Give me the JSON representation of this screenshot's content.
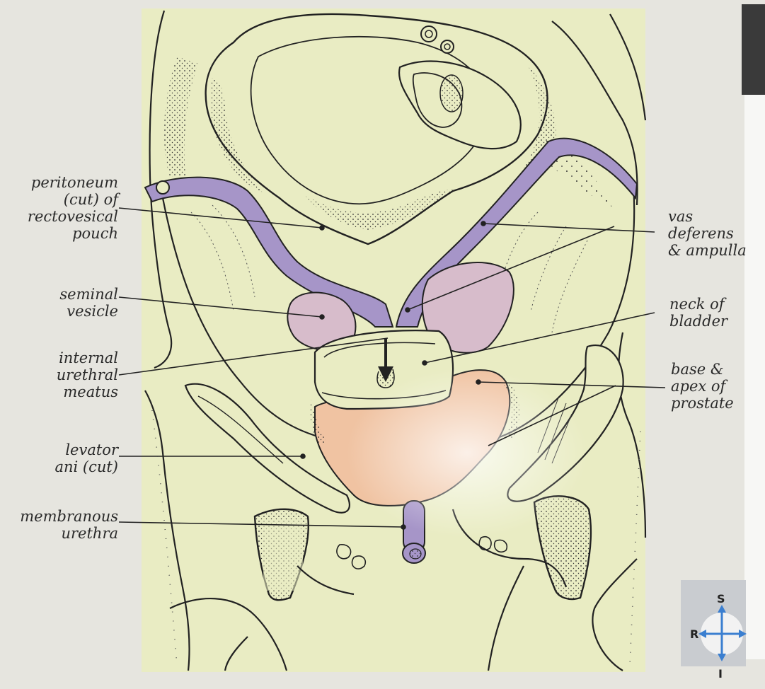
{
  "labels": {
    "peritoneum": [
      "peritoneum",
      "(cut) of",
      "rectovesical",
      "pouch"
    ],
    "seminal_vesicle": [
      "seminal",
      "vesicle"
    ],
    "internal_urethral_meatus": [
      "internal",
      "urethral",
      "meatus"
    ],
    "levator_ani": [
      "levator",
      "ani (cut)"
    ],
    "membranous_urethra": [
      "membranous",
      "urethra"
    ],
    "vas_deferens": [
      "vas",
      "deferens",
      "& ampulla"
    ],
    "neck_of_bladder": [
      "neck of",
      "bladder"
    ],
    "base_apex_prostate": [
      "base &",
      "apex of",
      "prostate"
    ]
  },
  "compass": {
    "superior": "S",
    "inferior": "I",
    "right": "R"
  },
  "colors": {
    "plate": "#e9ecc3",
    "paper": "#e6e5df",
    "vas": "#a695c8",
    "vesicle": "#d7bccb",
    "prostate": "#f0c3a2",
    "ink": "#222222",
    "compass_arrow": "#3b7fd0"
  }
}
